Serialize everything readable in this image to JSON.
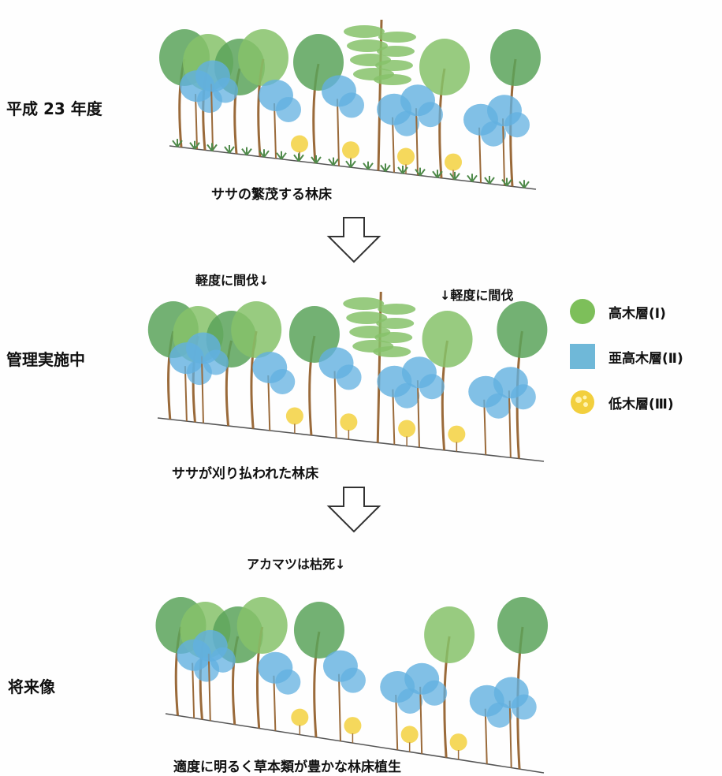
{
  "stages": [
    {
      "label": "平成 23 年度",
      "caption": "ササの繁茂する林床"
    },
    {
      "label": "管理実施中",
      "caption": "ササが刈り払われた林床"
    },
    {
      "label": "将来像",
      "caption": "適度に明るく草本類が豊かな林床植生"
    }
  ],
  "notes": {
    "thinning_left": "軽度に間伐↓",
    "thinning_right": "↓軽度に間伐",
    "pine_dieback": "アカマツは枯死↓"
  },
  "legend": [
    {
      "label": "高木層(Ⅰ)",
      "color": "#7dbf5a"
    },
    {
      "label": "亜高木層(Ⅱ)",
      "color": "#6fb8d8"
    },
    {
      "label": "低木層(Ⅲ)",
      "color": "#f2cf3d"
    }
  ],
  "colors": {
    "canopy": "#86c26a",
    "canopy_dark": "#5aa35a",
    "subcanopy": "#62b0e0",
    "shrub": "#f4d44a",
    "trunk": "#9a6a3a",
    "bamboo": "#4f8a4a"
  }
}
